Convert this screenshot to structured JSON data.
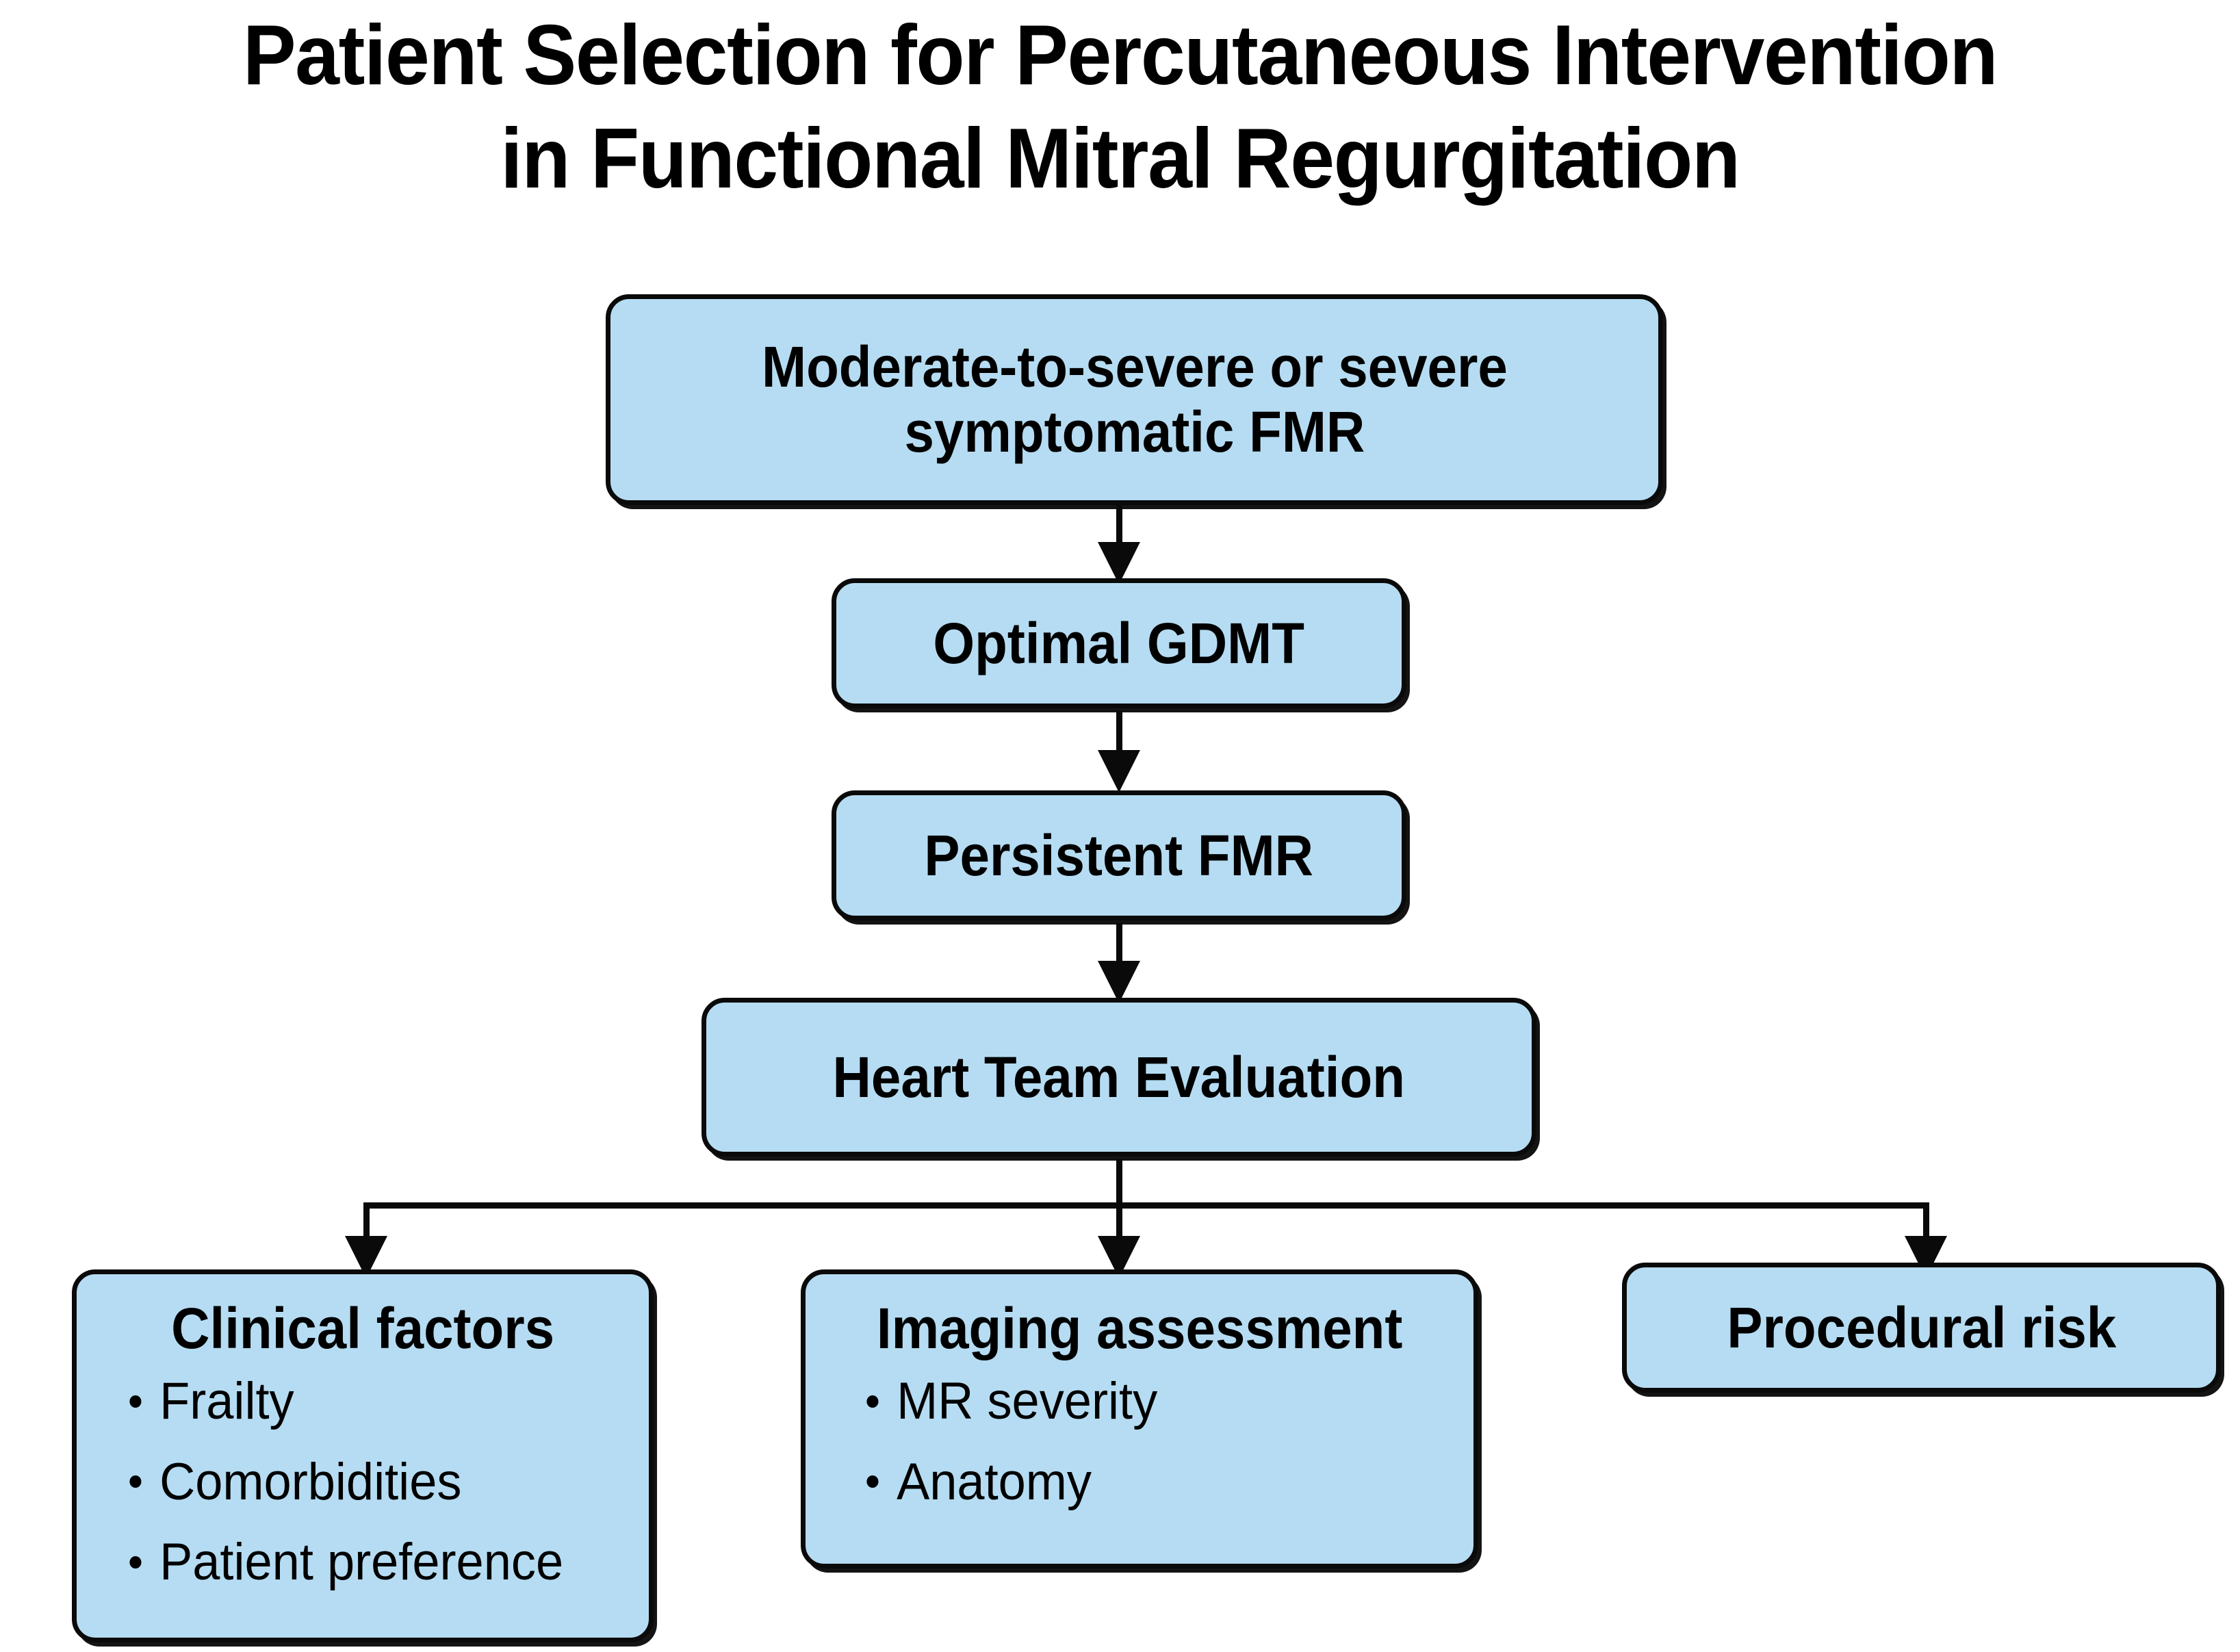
{
  "figure": {
    "title_line1": "Patient Selection for Percutaneous Intervention",
    "title_line2": "in Functional Mitral Regurgitation",
    "colors": {
      "node_fill": "#b5dcf2",
      "node_border": "#0a0a0a",
      "connector": "#0a0a0a",
      "background": "#ffffff",
      "text": "#000000"
    }
  },
  "nodes": {
    "fmr": {
      "title": "Moderate-to-severe or severe\nsymptomatic FMR"
    },
    "gdmt": {
      "title": "Optimal GDMT"
    },
    "persistent": {
      "title": "Persistent FMR"
    },
    "heart_team": {
      "title": "Heart Team Evaluation"
    },
    "clinical": {
      "title": "Clinical factors",
      "items": [
        "Frailty",
        "Comorbidities",
        "Patient preference"
      ]
    },
    "imaging": {
      "title": "Imaging assessment",
      "items": [
        "MR severity",
        "Anatomy"
      ]
    },
    "procedural": {
      "title": "Procedural risk"
    }
  },
  "connectors": [
    {
      "name": "fmr-to-gdmt",
      "from": "fmr",
      "to": "gdmt",
      "style": "arrow"
    },
    {
      "name": "gdmt-to-persistent",
      "from": "gdmt",
      "to": "persistent",
      "style": "arrow"
    },
    {
      "name": "persistent-to-heart-team",
      "from": "persistent",
      "to": "heart_team",
      "style": "arrow"
    },
    {
      "name": "heart-team-to-clinical",
      "from": "heart_team",
      "to": "clinical",
      "style": "branch-arrow"
    },
    {
      "name": "heart-team-to-imaging",
      "from": "heart_team",
      "to": "imaging",
      "style": "branch-arrow"
    },
    {
      "name": "heart-team-to-procedural",
      "from": "heart_team",
      "to": "procedural",
      "style": "branch-arrow"
    }
  ]
}
